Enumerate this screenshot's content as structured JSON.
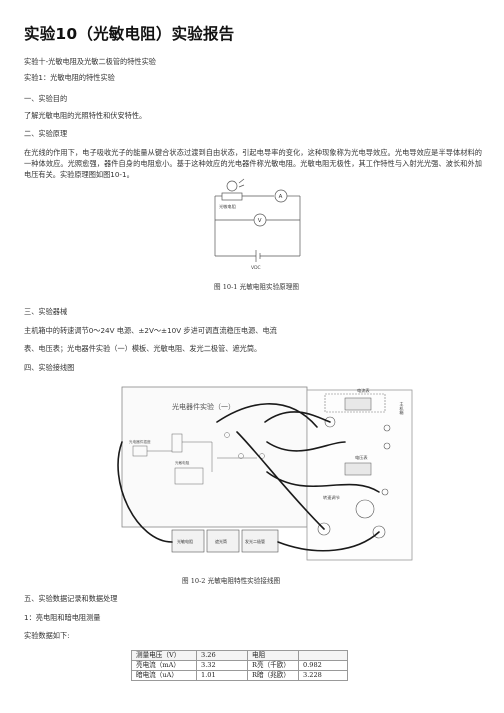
{
  "title": "实验10（光敏电阻）实验报告",
  "subtitle": "实验十-光敏电阻及光敏二极管的特性实验",
  "exp1": "实验1：光敏电阻的特性实验",
  "sec1": "一、实验目的",
  "purpose": "了解光敏电阻的光照特性和伏安特性。",
  "sec2": "二、实验原理",
  "principle": "在光线的作用下，电子吸收光子的能量从键合状态过渡到自由状态，引起电导率的变化，这种现象称为光电导效应。光电导效应是半导体材料的一种体效应。光照愈强，器件自身的电阻愈小。基于这种效应的光电器件称光敏电阻。光敏电阻无极性，其工作特性与入射光光强、波长和外加电压有关。实验原理图如图10-1。",
  "fig1": {
    "label_resistor": "光敏电阻",
    "ammeter": "A",
    "voltmeter": "V",
    "vdc": "VDC",
    "caption": "图 10-1  光敏电阻实验原理图"
  },
  "sec3": "三、实验器械",
  "equip_line1": "主机箱中的转速调节0～24V 电源、±2V～±10V 步进可调直流稳压电源、电流",
  "equip_line2": "表、电压表；光电器件实验（一）模板、光敏电阻、发光二极管、遮光筒。",
  "sec4": "四、实验接线图",
  "fig2": {
    "panel_title": "光电器件实验（一）",
    "label_power": "电流表",
    "label_voltage": "电压表",
    "label_speed": "转速调节",
    "label_host": "主机箱",
    "box1": "光敏电阻",
    "box2": "遮光筒",
    "box3": "发光二极管",
    "led_label": "光电器件插座",
    "resist_label": "光敏电阻",
    "caption": "图 10-2 光敏电阻特性实验接线图"
  },
  "sec5": "五、实验数据记录和数据处理",
  "sub1": "1：亮电阻和暗电阻测量",
  "data_intro": "实验数据如下:",
  "table": {
    "rows": [
      [
        "测量电压（V）",
        "3.26",
        "电阻",
        ""
      ],
      [
        "亮电流（mA）",
        "3.32",
        "R亮（千欧）",
        "0.982"
      ],
      [
        "暗电流（uA）",
        "1.01",
        "R暗（兆欧）",
        "3.228"
      ]
    ]
  }
}
